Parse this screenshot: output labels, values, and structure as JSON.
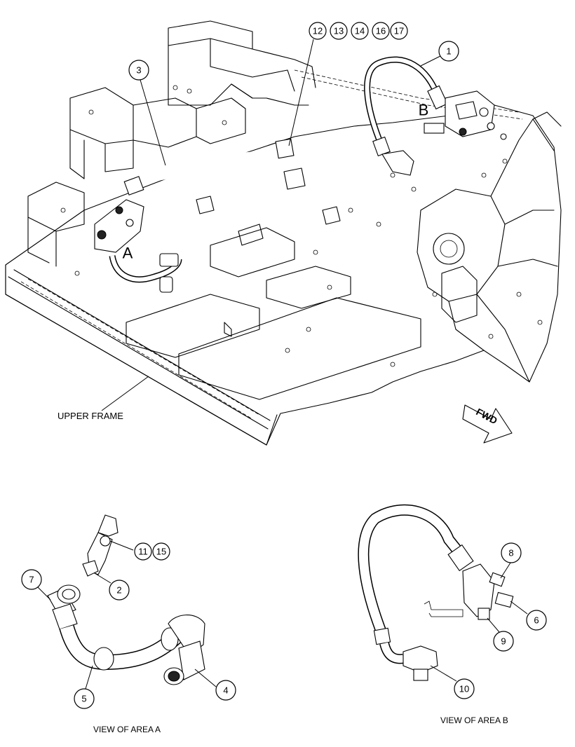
{
  "labels": {
    "upper_frame": "UPPER FRAME",
    "fwd": "FWD",
    "area_a": "A",
    "area_b": "B",
    "view_a": "VIEW OF AREA A",
    "view_b": "VIEW OF AREA B"
  },
  "callouts": {
    "c1": "1",
    "c2": "2",
    "c3": "3",
    "c4": "4",
    "c5": "5",
    "c6": "6",
    "c7": "7",
    "c8": "8",
    "c9": "9",
    "c10": "10",
    "c11": "11",
    "c12": "12",
    "c13": "13",
    "c14": "14",
    "c15": "15",
    "c16": "16",
    "c17": "17"
  }
}
